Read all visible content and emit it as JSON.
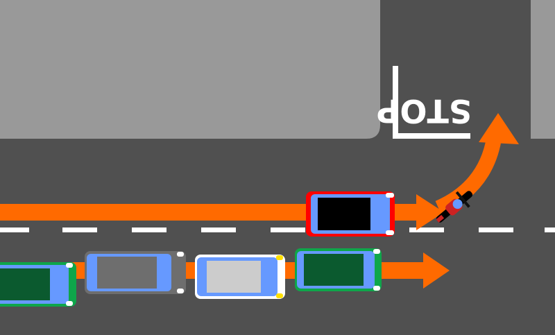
{
  "road_marking": {
    "stop_text": "STOP"
  },
  "colors": {
    "road": "#505050",
    "sidewalk": "#999999",
    "lane_line": "#ffffff",
    "arrow": "#ff6a00",
    "car_red": "#ff0000",
    "car_green": "#0ea64a",
    "car_gray": "#6e6e6e",
    "car_white": "#ffffff",
    "window": "#6699ff"
  },
  "vehicles": [
    {
      "name": "red-car",
      "lane": "upper",
      "heading": "right"
    },
    {
      "name": "motorcycle",
      "lane": "upper",
      "heading": "up-right"
    },
    {
      "name": "green-car-front",
      "lane": "lower",
      "heading": "right"
    },
    {
      "name": "white-car",
      "lane": "lower",
      "heading": "right"
    },
    {
      "name": "gray-car",
      "lane": "lower",
      "heading": "right"
    },
    {
      "name": "green-car-rear",
      "lane": "lower",
      "heading": "right"
    }
  ],
  "arrows": [
    {
      "name": "upper-lane-arrow",
      "direction": "right"
    },
    {
      "name": "right-turn-arrow",
      "direction": "up-right"
    },
    {
      "name": "lower-lane-arrow",
      "direction": "right"
    }
  ]
}
